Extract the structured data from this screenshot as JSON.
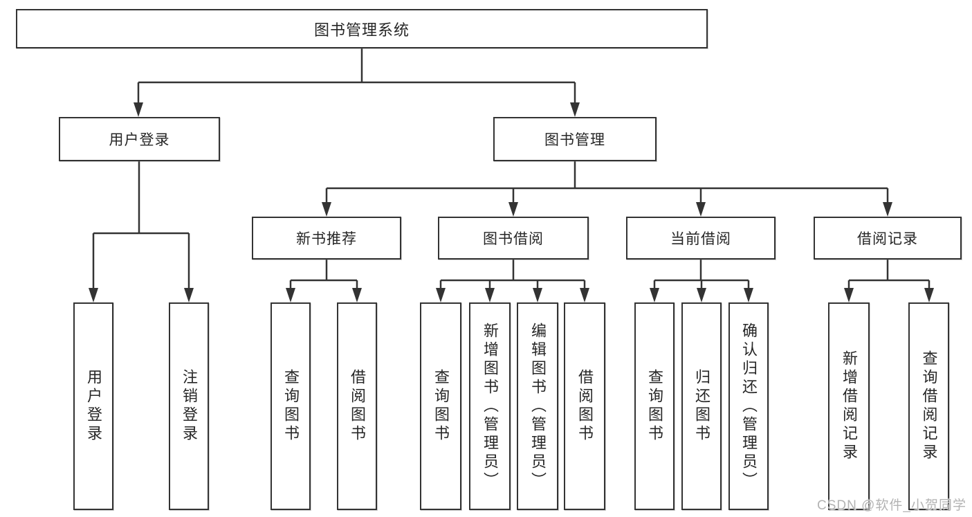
{
  "diagram": {
    "watermark": "CSDN @软件_小贺同学",
    "colors": {
      "line": "#333333",
      "box_border": "#333333",
      "text": "#262626",
      "background": "#ffffff",
      "watermark": "#b3b3b3"
    },
    "tree": {
      "label": "图书管理系统",
      "children": [
        {
          "label": "用户登录",
          "children": [
            {
              "label": "用户登录"
            },
            {
              "label": "注销登录"
            }
          ]
        },
        {
          "label": "图书管理",
          "children": [
            {
              "label": "新书推荐",
              "children": [
                {
                  "label": "查询图书"
                },
                {
                  "label": "借阅图书"
                }
              ]
            },
            {
              "label": "图书借阅",
              "children": [
                {
                  "label": "查询图书"
                },
                {
                  "label": "新增图书（管理员）"
                },
                {
                  "label": "编辑图书（管理员）"
                },
                {
                  "label": "借阅图书"
                }
              ]
            },
            {
              "label": "当前借阅",
              "children": [
                {
                  "label": "查询图书"
                },
                {
                  "label": "归还图书"
                },
                {
                  "label": "确认归还（管理员）"
                }
              ]
            },
            {
              "label": "借阅记录",
              "children": [
                {
                  "label": "新增借阅记录"
                },
                {
                  "label": "查询借阅记录"
                }
              ]
            }
          ]
        }
      ]
    }
  }
}
